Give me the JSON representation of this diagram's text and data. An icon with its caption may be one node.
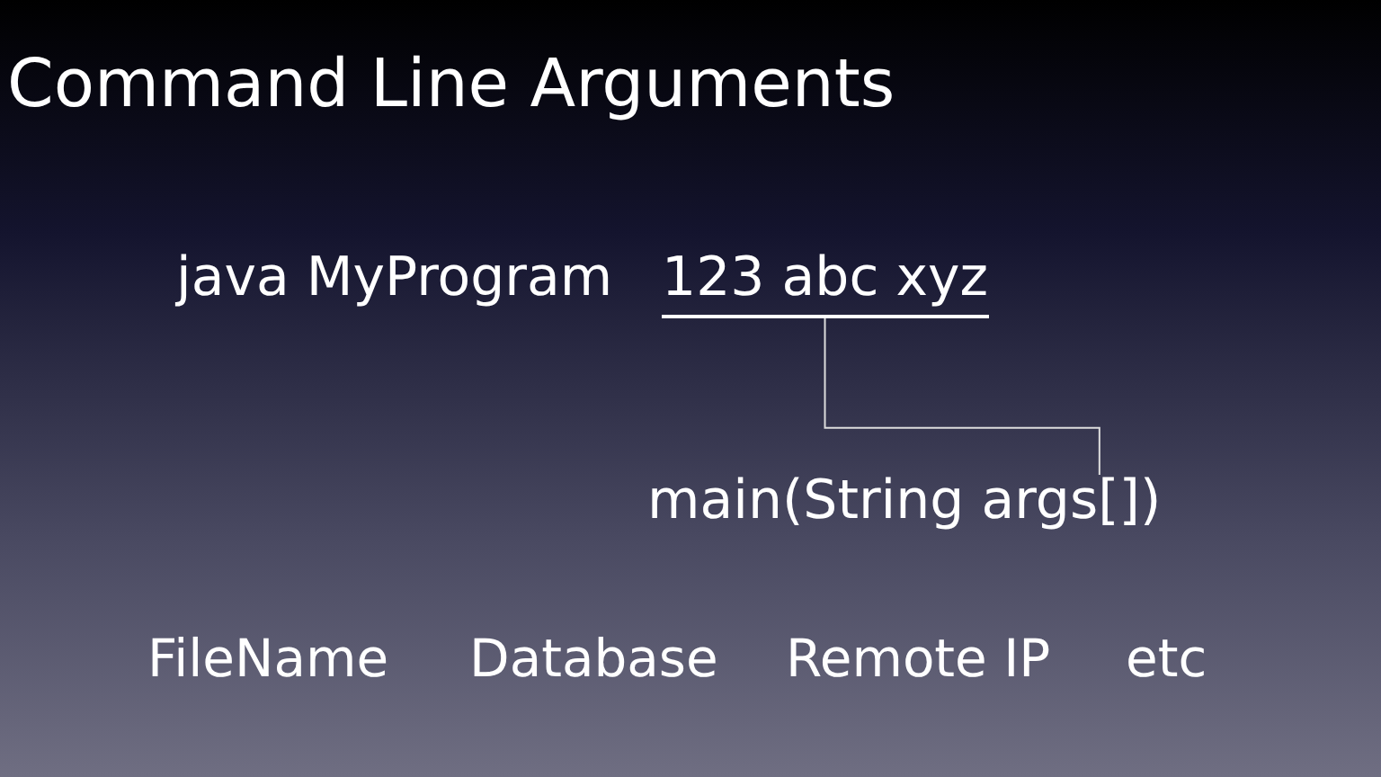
{
  "diagram": {
    "title": "Command Line Arguments",
    "nodes": [
      {
        "text": [
          "123 abc xyz"
        ]
      },
      {
        "text": [
          "main(String args[])"
        ]
      }
    ],
    "edges": [
      {
        "from": 0,
        "to": 1,
        "arrow": "none"
      }
    ],
    "labels": [
      "java MyProgram",
      "FileName",
      "Database",
      "Remote IP",
      "etc"
    ]
  }
}
